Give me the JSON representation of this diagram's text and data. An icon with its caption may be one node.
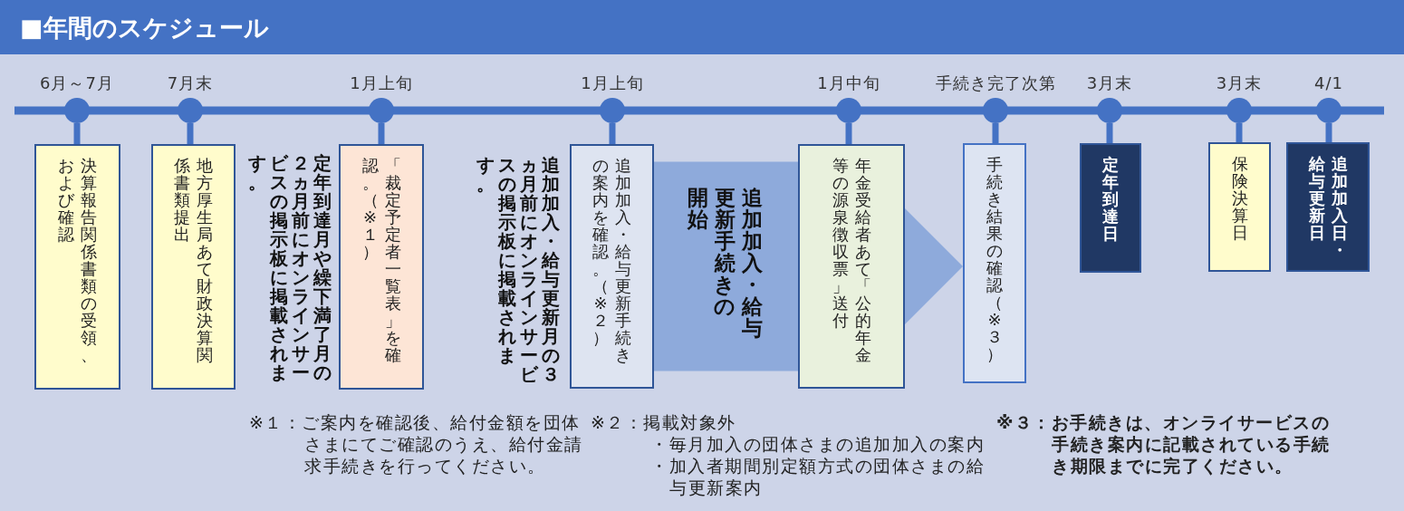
{
  "diagram": {
    "title": "■年間のスケジュール",
    "nodes": [
      {
        "text": [],
        "shape": "circle",
        "beside": [
          "6月～7月"
        ]
      },
      {
        "text": [
          "決算報告関係書類の受領、および確認"
        ]
      },
      {
        "text": [],
        "shape": "circle",
        "beside": [
          "7月末"
        ]
      },
      {
        "text": [
          "地方厚生局あて財政決算関係書類提出"
        ]
      },
      {
        "text": [],
        "shape": "circle",
        "beside": [
          "1月上旬"
        ]
      },
      {
        "text": [
          "「裁定予定者一覧表」を確認。（※１）"
        ]
      },
      {
        "text": [],
        "shape": "circle",
        "beside": [
          "1月上旬"
        ]
      },
      {
        "text": [
          "追加加入・給与更新手続きの案内を確認。（※２）"
        ]
      },
      {
        "text": [],
        "shape": "circle",
        "beside": [
          "1月中旬"
        ]
      },
      {
        "text": [
          "年金受給者あて「公的年金等の源泉徴収票」送付"
        ]
      },
      {
        "text": [],
        "shape": "circle",
        "beside": [
          "手続き完了次第"
        ]
      },
      {
        "text": [
          "手続き結果の確認（※３）"
        ]
      },
      {
        "text": [],
        "shape": "circle",
        "beside": [
          "3月末"
        ]
      },
      {
        "text": [
          "定年到達日"
        ]
      },
      {
        "text": [],
        "shape": "circle",
        "beside": [
          "3月末"
        ]
      },
      {
        "text": [
          "保険決算日"
        ]
      },
      {
        "text": [],
        "shape": "circle",
        "beside": [
          "4/1"
        ]
      },
      {
        "text": [
          "追加加入日・給与更新日"
        ]
      }
    ],
    "edges": [
      {
        "from": 0,
        "to": 1,
        "arrow": "none"
      },
      {
        "from": 2,
        "to": 3,
        "arrow": "none"
      },
      {
        "from": 4,
        "to": 5,
        "arrow": "none"
      },
      {
        "from": 6,
        "to": 7,
        "arrow": "none"
      },
      {
        "from": 7,
        "to": 9,
        "label": "追加加入・給与更新手続きの開始",
        "arrow": "none",
        "style": "thick",
        "color": "#8eaadb"
      },
      {
        "from": 9,
        "to": 11,
        "arrow": "to",
        "style": "thick",
        "color": "#8eaadb"
      },
      {
        "from": 8,
        "to": 9,
        "arrow": "none"
      },
      {
        "from": 10,
        "to": 11,
        "arrow": "none"
      },
      {
        "from": 12,
        "to": 13,
        "arrow": "none"
      },
      {
        "from": 14,
        "to": 15,
        "arrow": "none"
      },
      {
        "from": 16,
        "to": 17,
        "arrow": "none"
      }
    ],
    "labels": [
      "定年到達月や繰下満了月の２ヵ月前にオンラインサービスの掲示板に掲載されます。",
      "追加加入・給与更新月の３ヵ月前にオンラインサービスの掲示板に掲載されます。",
      "※１：ご案内を確認後、給付金額を団体さまにてご確認のうえ、給付金請求手続きを行ってください。",
      "※２：掲載対象外",
      "・毎月加入の団体さまの追加加入の案内",
      "・加入者期間別定額方式の団体さまの給与更新案内",
      "※３：お手続きは、オンライサービスの手続き案内に記載されている手続き期限までに完了ください。"
    ]
  }
}
